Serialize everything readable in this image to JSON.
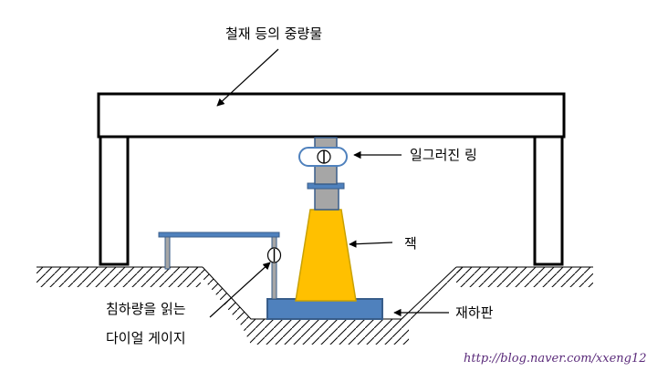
{
  "labels": {
    "load": "철재 등의 중량물",
    "ring": "일그러진 링",
    "jack": "잭",
    "plate": "재하판",
    "gauge_line1": "침하량을 읽는",
    "gauge_line2": "다이얼 게이지"
  },
  "watermark": "http://blog.naver.com/xxeng12",
  "colors": {
    "outline": "#000000",
    "frame_fill": "#ffffff",
    "steel_blue": "#4f81bd",
    "steel_blue_dark": "#385d8a",
    "column_gray": "#a6a6a6",
    "jack_fill": "#ffc000",
    "jack_edge": "#c9a100",
    "watermark": "#5a2a7a"
  }
}
